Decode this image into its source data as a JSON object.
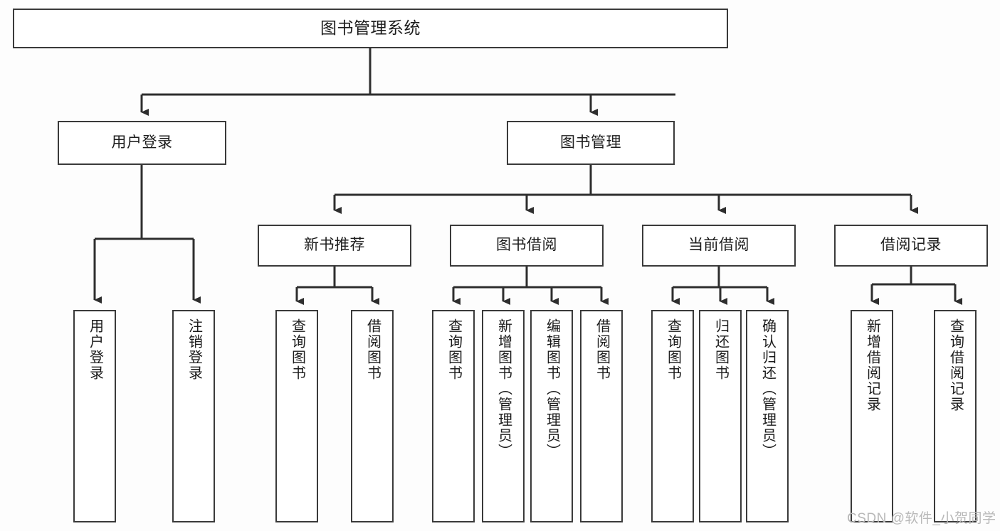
{
  "diagram": {
    "title": "图书管理系统",
    "type": "tree-hierarchy-functional-structure",
    "watermark": "CSDN @软件_小贺同学",
    "colors": {
      "box_border": "#3a3a3a",
      "box_fill": "#ffffff",
      "connector": "#2e2e2e",
      "page_background": "#fdfdfd",
      "watermark": "#b8b8b8"
    },
    "nodes": {
      "root": {
        "label": "图书管理系统"
      },
      "level2": [
        {
          "id": "user-login",
          "label": "用户登录"
        },
        {
          "id": "book-management",
          "label": "图书管理"
        }
      ],
      "level3": [
        {
          "id": "new-book-recommend",
          "label": "新书推荐"
        },
        {
          "id": "book-borrow",
          "label": "图书借阅"
        },
        {
          "id": "current-borrow",
          "label": "当前借阅"
        },
        {
          "id": "borrow-record",
          "label": "借阅记录"
        }
      ],
      "leaves": {
        "user-login": [
          {
            "id": "leaf-user-login",
            "label": "用户登录"
          },
          {
            "id": "leaf-logout-login",
            "label": "注销登录"
          }
        ],
        "new-book-recommend": [
          {
            "id": "leaf-query-book-1",
            "label": "查询图书"
          },
          {
            "id": "leaf-borrow-book-1",
            "label": "借阅图书"
          }
        ],
        "book-borrow": [
          {
            "id": "leaf-query-book-2",
            "label": "查询图书"
          },
          {
            "id": "leaf-add-book",
            "label": "新增图书（管理员）"
          },
          {
            "id": "leaf-edit-book",
            "label": "编辑图书（管理员）"
          },
          {
            "id": "leaf-borrow-book-2",
            "label": "借阅图书"
          }
        ],
        "current-borrow": [
          {
            "id": "leaf-query-book-3",
            "label": "查询图书"
          },
          {
            "id": "leaf-return-book",
            "label": "归还图书"
          },
          {
            "id": "leaf-confirm-return",
            "label": "确认归还（管理员）"
          }
        ],
        "borrow-record": [
          {
            "id": "leaf-add-record",
            "label": "新增借阅记录"
          },
          {
            "id": "leaf-query-record",
            "label": "查询借阅记录"
          }
        ]
      }
    }
  }
}
